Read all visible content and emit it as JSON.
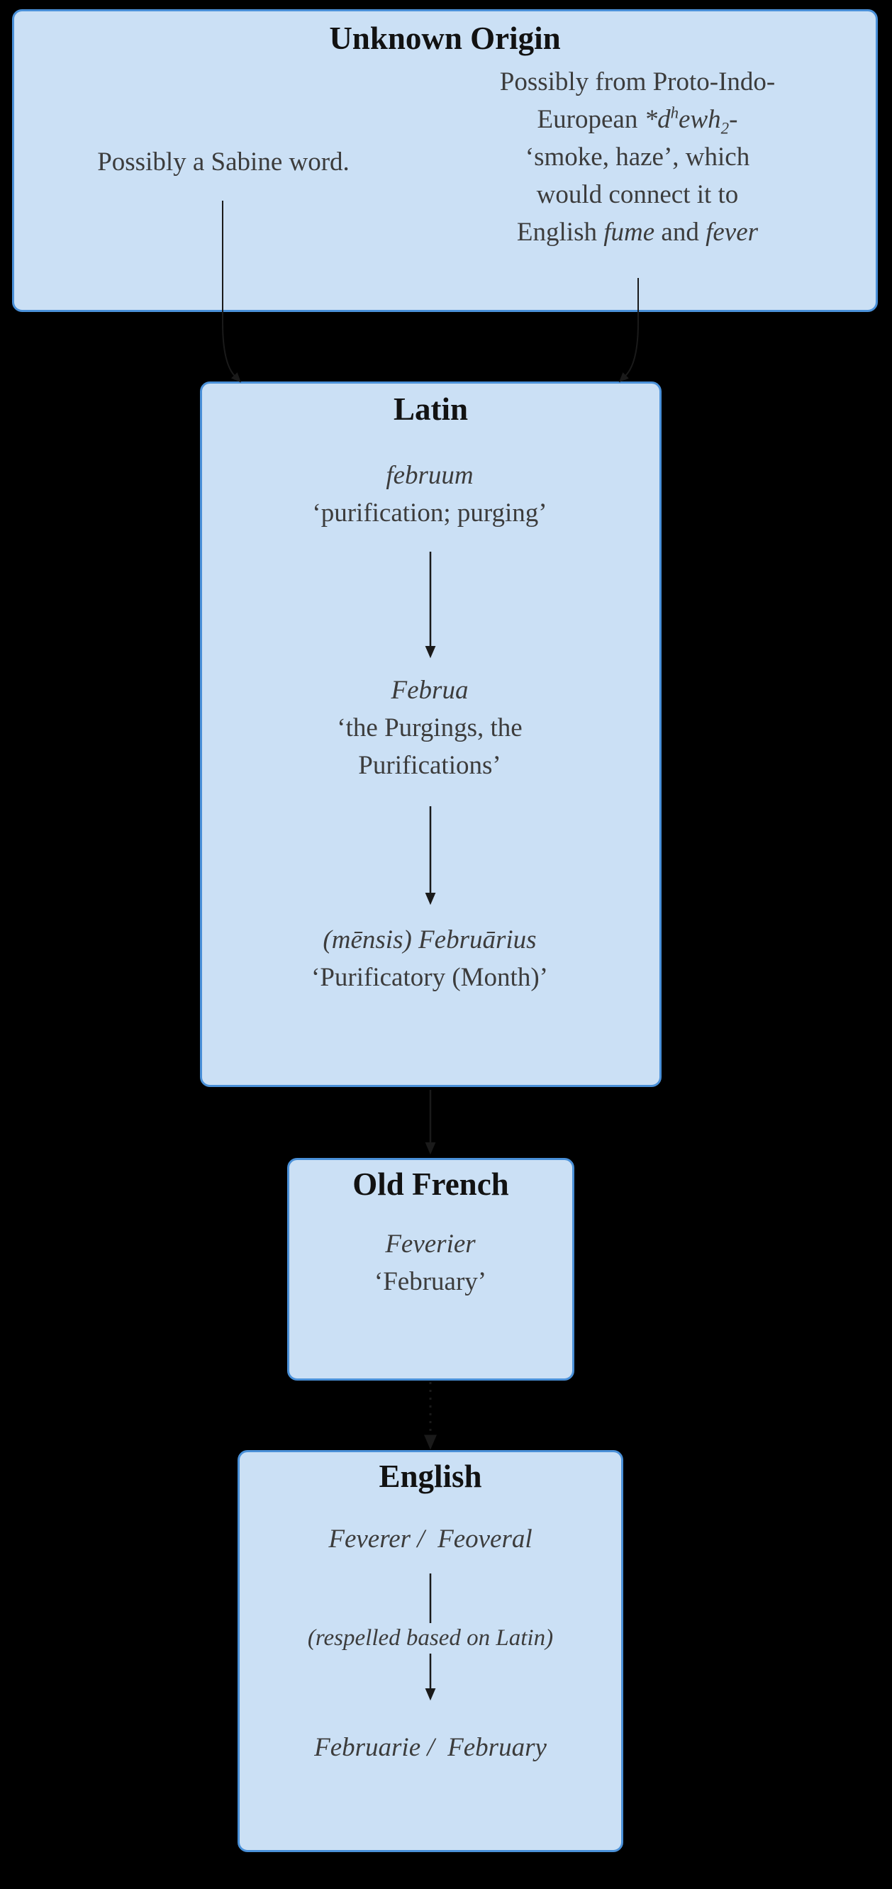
{
  "diagram": {
    "background": "#000000",
    "node_fill": "#cbe0f5",
    "node_border": "#4a90d8",
    "heading_color": "#121212",
    "body_color": "#3c3c3c",
    "arrow_color": "#1a1a1a"
  },
  "nodes": {
    "unknown_origin": {
      "title": "Unknown Origin",
      "left_note": [
        [
          {
            "t": "Possibly a Sabine word."
          }
        ]
      ],
      "right_note": [
        [
          {
            "t": "Possibly from Proto-Indo-"
          }
        ],
        [
          {
            "t": "European "
          },
          {
            "t": "*d",
            "i": true
          },
          {
            "t": "h",
            "i": true,
            "sup": true
          },
          {
            "t": "ewh",
            "i": true
          },
          {
            "t": "2",
            "i": true,
            "sub": true
          },
          {
            "t": "-",
            "i": true
          }
        ],
        [
          {
            "t": "‘smoke, haze’, which"
          }
        ],
        [
          {
            "t": "would connect it to"
          }
        ],
        [
          {
            "t": "English "
          },
          {
            "t": "fume",
            "i": true
          },
          {
            "t": " and "
          },
          {
            "t": "fever",
            "i": true
          }
        ]
      ]
    },
    "latin": {
      "title": "Latin",
      "form1": [
        [
          {
            "t": "februum",
            "i": true
          }
        ],
        [
          {
            "t": "‘purification; purging’"
          }
        ]
      ],
      "form2": [
        [
          {
            "t": "Februa",
            "i": true
          }
        ],
        [
          {
            "t": "‘the Purgings, the"
          }
        ],
        [
          {
            "t": "Purifications’"
          }
        ]
      ],
      "form3": [
        [
          {
            "t": "(mēnsis) Februārius",
            "i": true
          }
        ],
        [
          {
            "t": "‘Purificatory (Month)’"
          }
        ]
      ]
    },
    "old_french": {
      "title": "Old French",
      "form1": [
        [
          {
            "t": "Feverier",
            "i": true
          }
        ],
        [
          {
            "t": "‘February’"
          }
        ]
      ]
    },
    "english": {
      "title": "English",
      "form1": [
        [
          {
            "t": "Feverer /  Feoveral",
            "i": true
          }
        ]
      ],
      "respelled_note": [
        [
          {
            "t": "(respelled based on Latin)",
            "i": true
          }
        ]
      ],
      "form2": [
        [
          {
            "t": "Februarie /  February",
            "i": true
          }
        ]
      ]
    }
  }
}
